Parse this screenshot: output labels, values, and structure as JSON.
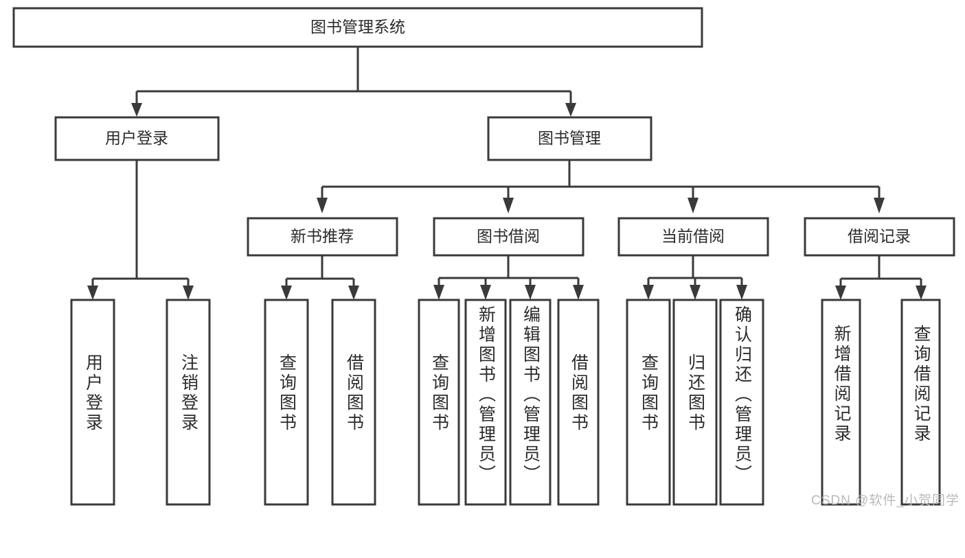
{
  "diagram": {
    "title": "图书管理系统",
    "watermark": "CSDN @软件_小贺同学",
    "colors": {
      "stroke": "#3a3a3a",
      "node_fill": "#ffffff",
      "text": "#2b2b2b",
      "watermark": "#b9b9b9",
      "background": "#ffffff"
    },
    "root": {
      "label": "图书管理系统"
    },
    "level2": [
      {
        "label": "用户登录"
      },
      {
        "label": "图书管理"
      }
    ],
    "level3": [
      {
        "label": "新书推荐"
      },
      {
        "label": "图书借阅"
      },
      {
        "label": "当前借阅"
      },
      {
        "label": "借阅记录"
      }
    ],
    "leaves": {
      "user_login": [
        {
          "label": "用户登录"
        },
        {
          "label": "注销登录"
        }
      ],
      "new_book_recommend": [
        {
          "label": "查询图书"
        },
        {
          "label": "借阅图书"
        }
      ],
      "book_borrow": [
        {
          "label": "查询图书"
        },
        {
          "label": "新增图书（管理员）"
        },
        {
          "label": "编辑图书（管理员）"
        },
        {
          "label": "借阅图书"
        }
      ],
      "current_borrow": [
        {
          "label": "查询图书"
        },
        {
          "label": "归还图书"
        },
        {
          "label": "确认归还（管理员）"
        }
      ],
      "borrow_record": [
        {
          "label": "新增借阅记录"
        },
        {
          "label": "查询借阅记录"
        }
      ]
    }
  }
}
